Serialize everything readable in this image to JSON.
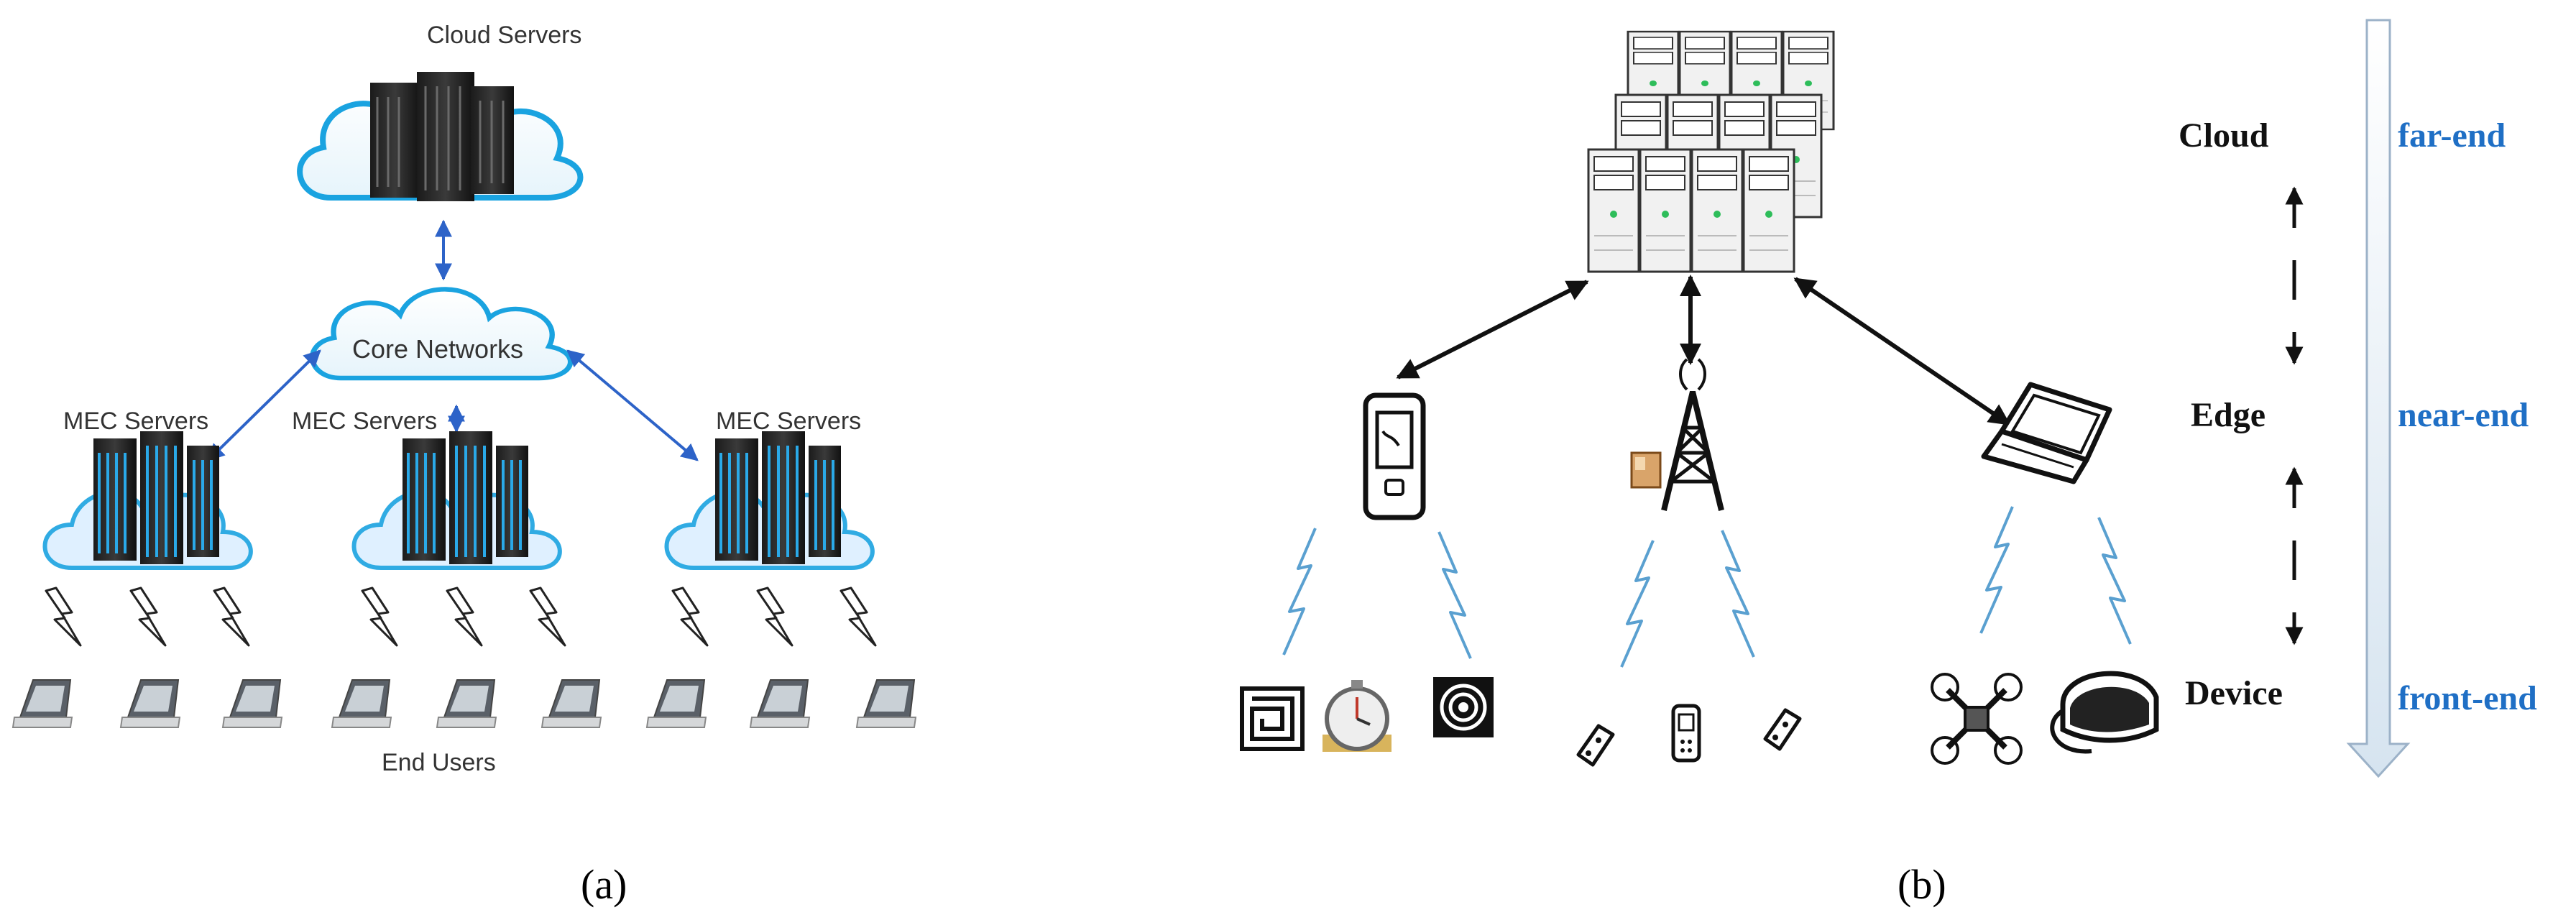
{
  "panel_a": {
    "cloud_servers": "Cloud Servers",
    "core_networks": "Core Networks",
    "mec_servers": [
      "MEC Servers",
      "MEC Servers",
      "MEC Servers"
    ],
    "end_users": "End Users",
    "caption": "(a)"
  },
  "panel_b": {
    "levels": [
      "Cloud",
      "Edge",
      "Device"
    ],
    "ends": [
      "far-end",
      "near-end",
      "front-end"
    ],
    "caption": "(b)"
  },
  "colors": {
    "link_blue": "#2d63c8",
    "cloud_blue": "#1aa3e0",
    "rack_blue": "#2aa9e8",
    "end_label_blue": "#1f6fc5",
    "level_label": "#111111"
  }
}
